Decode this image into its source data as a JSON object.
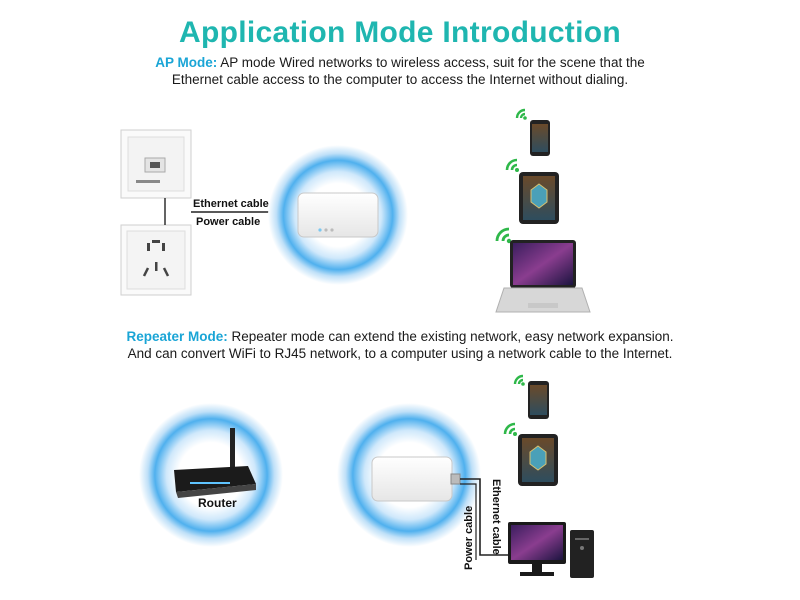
{
  "title": "Application Mode Introduction",
  "ap": {
    "label": "AP Mode:",
    "line1": "AP mode Wired networks to wireless access, suit for the scene that the",
    "line2": "Ethernet cable access to the computer to access the Internet without dialing.",
    "ethernet_label": "Ethernet cable",
    "power_label": "Power cable"
  },
  "repeater": {
    "label": "Repeater Mode:",
    "line1": "Repeater mode can extend the existing network, easy network expansion.",
    "line2": "And can convert WiFi to RJ45 network, to a computer using a network cable to the Internet.",
    "router_label": "Router",
    "ethernet_label": "Ethernet cable",
    "power_label": "Power cable"
  },
  "icons": {
    "wifi": "wifi-icon",
    "phone": "smartphone-icon",
    "tablet": "tablet-icon",
    "laptop": "laptop-icon",
    "desktop": "desktop-computer-icon",
    "router": "router-icon",
    "wall_socket": "wall-socket-icon",
    "ethernet_jack": "ethernet-wall-jack-icon",
    "device": "wireless-repeater-device-icon"
  },
  "colors": {
    "title": "#1fb6b0",
    "mode_label": "#1aa5d6",
    "wifi": "#2fb84a",
    "signal_ring": "#3aa3e8"
  }
}
